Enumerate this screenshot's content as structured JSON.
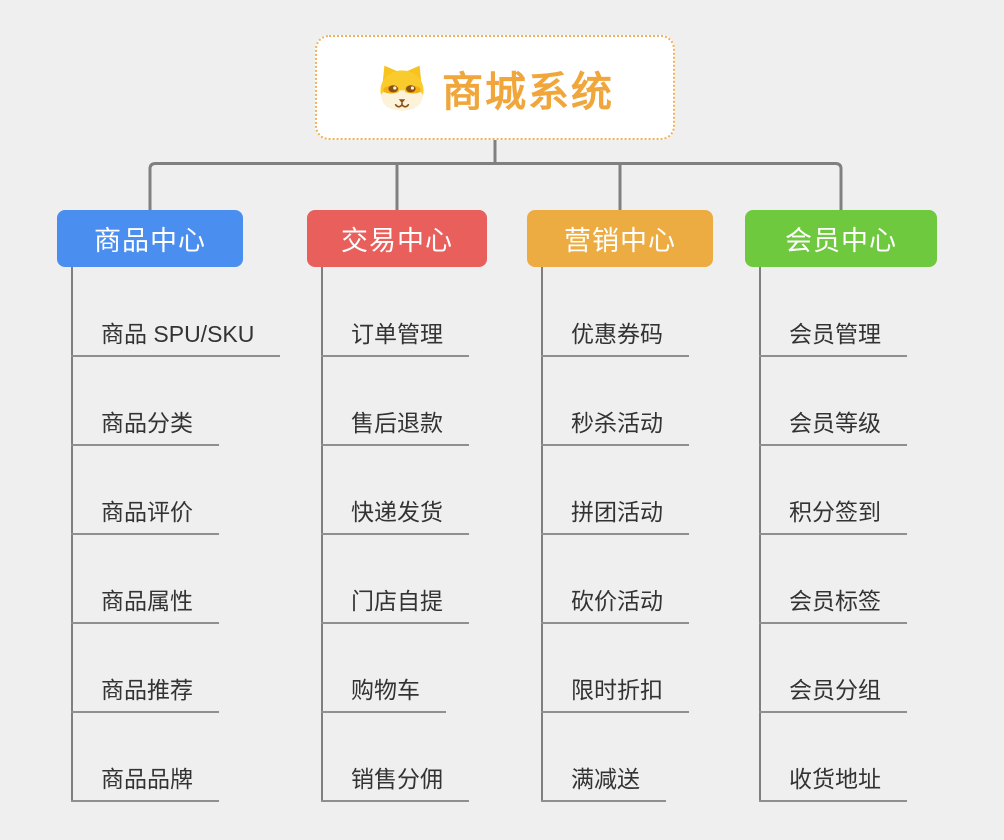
{
  "background_color": "#efefef",
  "connector_color": "#808080",
  "root": {
    "title": "商城系统",
    "icon": "dog-face-icon",
    "text_color": "#f0a63a",
    "border_color": "#f3b054",
    "fill_color": "#ffffff"
  },
  "branches": [
    {
      "label": "商品中心",
      "color": "#4a8ff0",
      "children": [
        "商品 SPU/SKU",
        "商品分类",
        "商品评价",
        "商品属性",
        "商品推荐",
        "商品品牌"
      ]
    },
    {
      "label": "交易中心",
      "color": "#e85f5c",
      "children": [
        "订单管理",
        "售后退款",
        "快递发货",
        "门店自提",
        "购物车",
        "销售分佣"
      ]
    },
    {
      "label": "营销中心",
      "color": "#ecac42",
      "children": [
        "优惠券码",
        "秒杀活动",
        "拼团活动",
        "砍价活动",
        "限时折扣",
        "满减送"
      ]
    },
    {
      "label": "会员中心",
      "color": "#6ec93e",
      "children": [
        "会员管理",
        "会员等级",
        "积分签到",
        "会员标签",
        "会员分组",
        "收货地址"
      ]
    }
  ]
}
